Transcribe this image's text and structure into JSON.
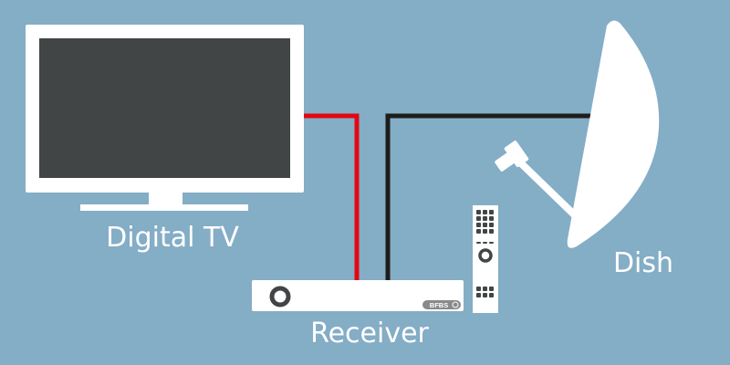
{
  "labels": {
    "tv": "Digital TV",
    "dish": "Dish",
    "receiver": "Receiver",
    "receiver_brand": "BFBS"
  },
  "colors": {
    "background": "#84adc6",
    "device": "#ffffff",
    "screen": "#414545",
    "tv_cable": "#e30613",
    "dish_cable": "#1d1d1b"
  }
}
